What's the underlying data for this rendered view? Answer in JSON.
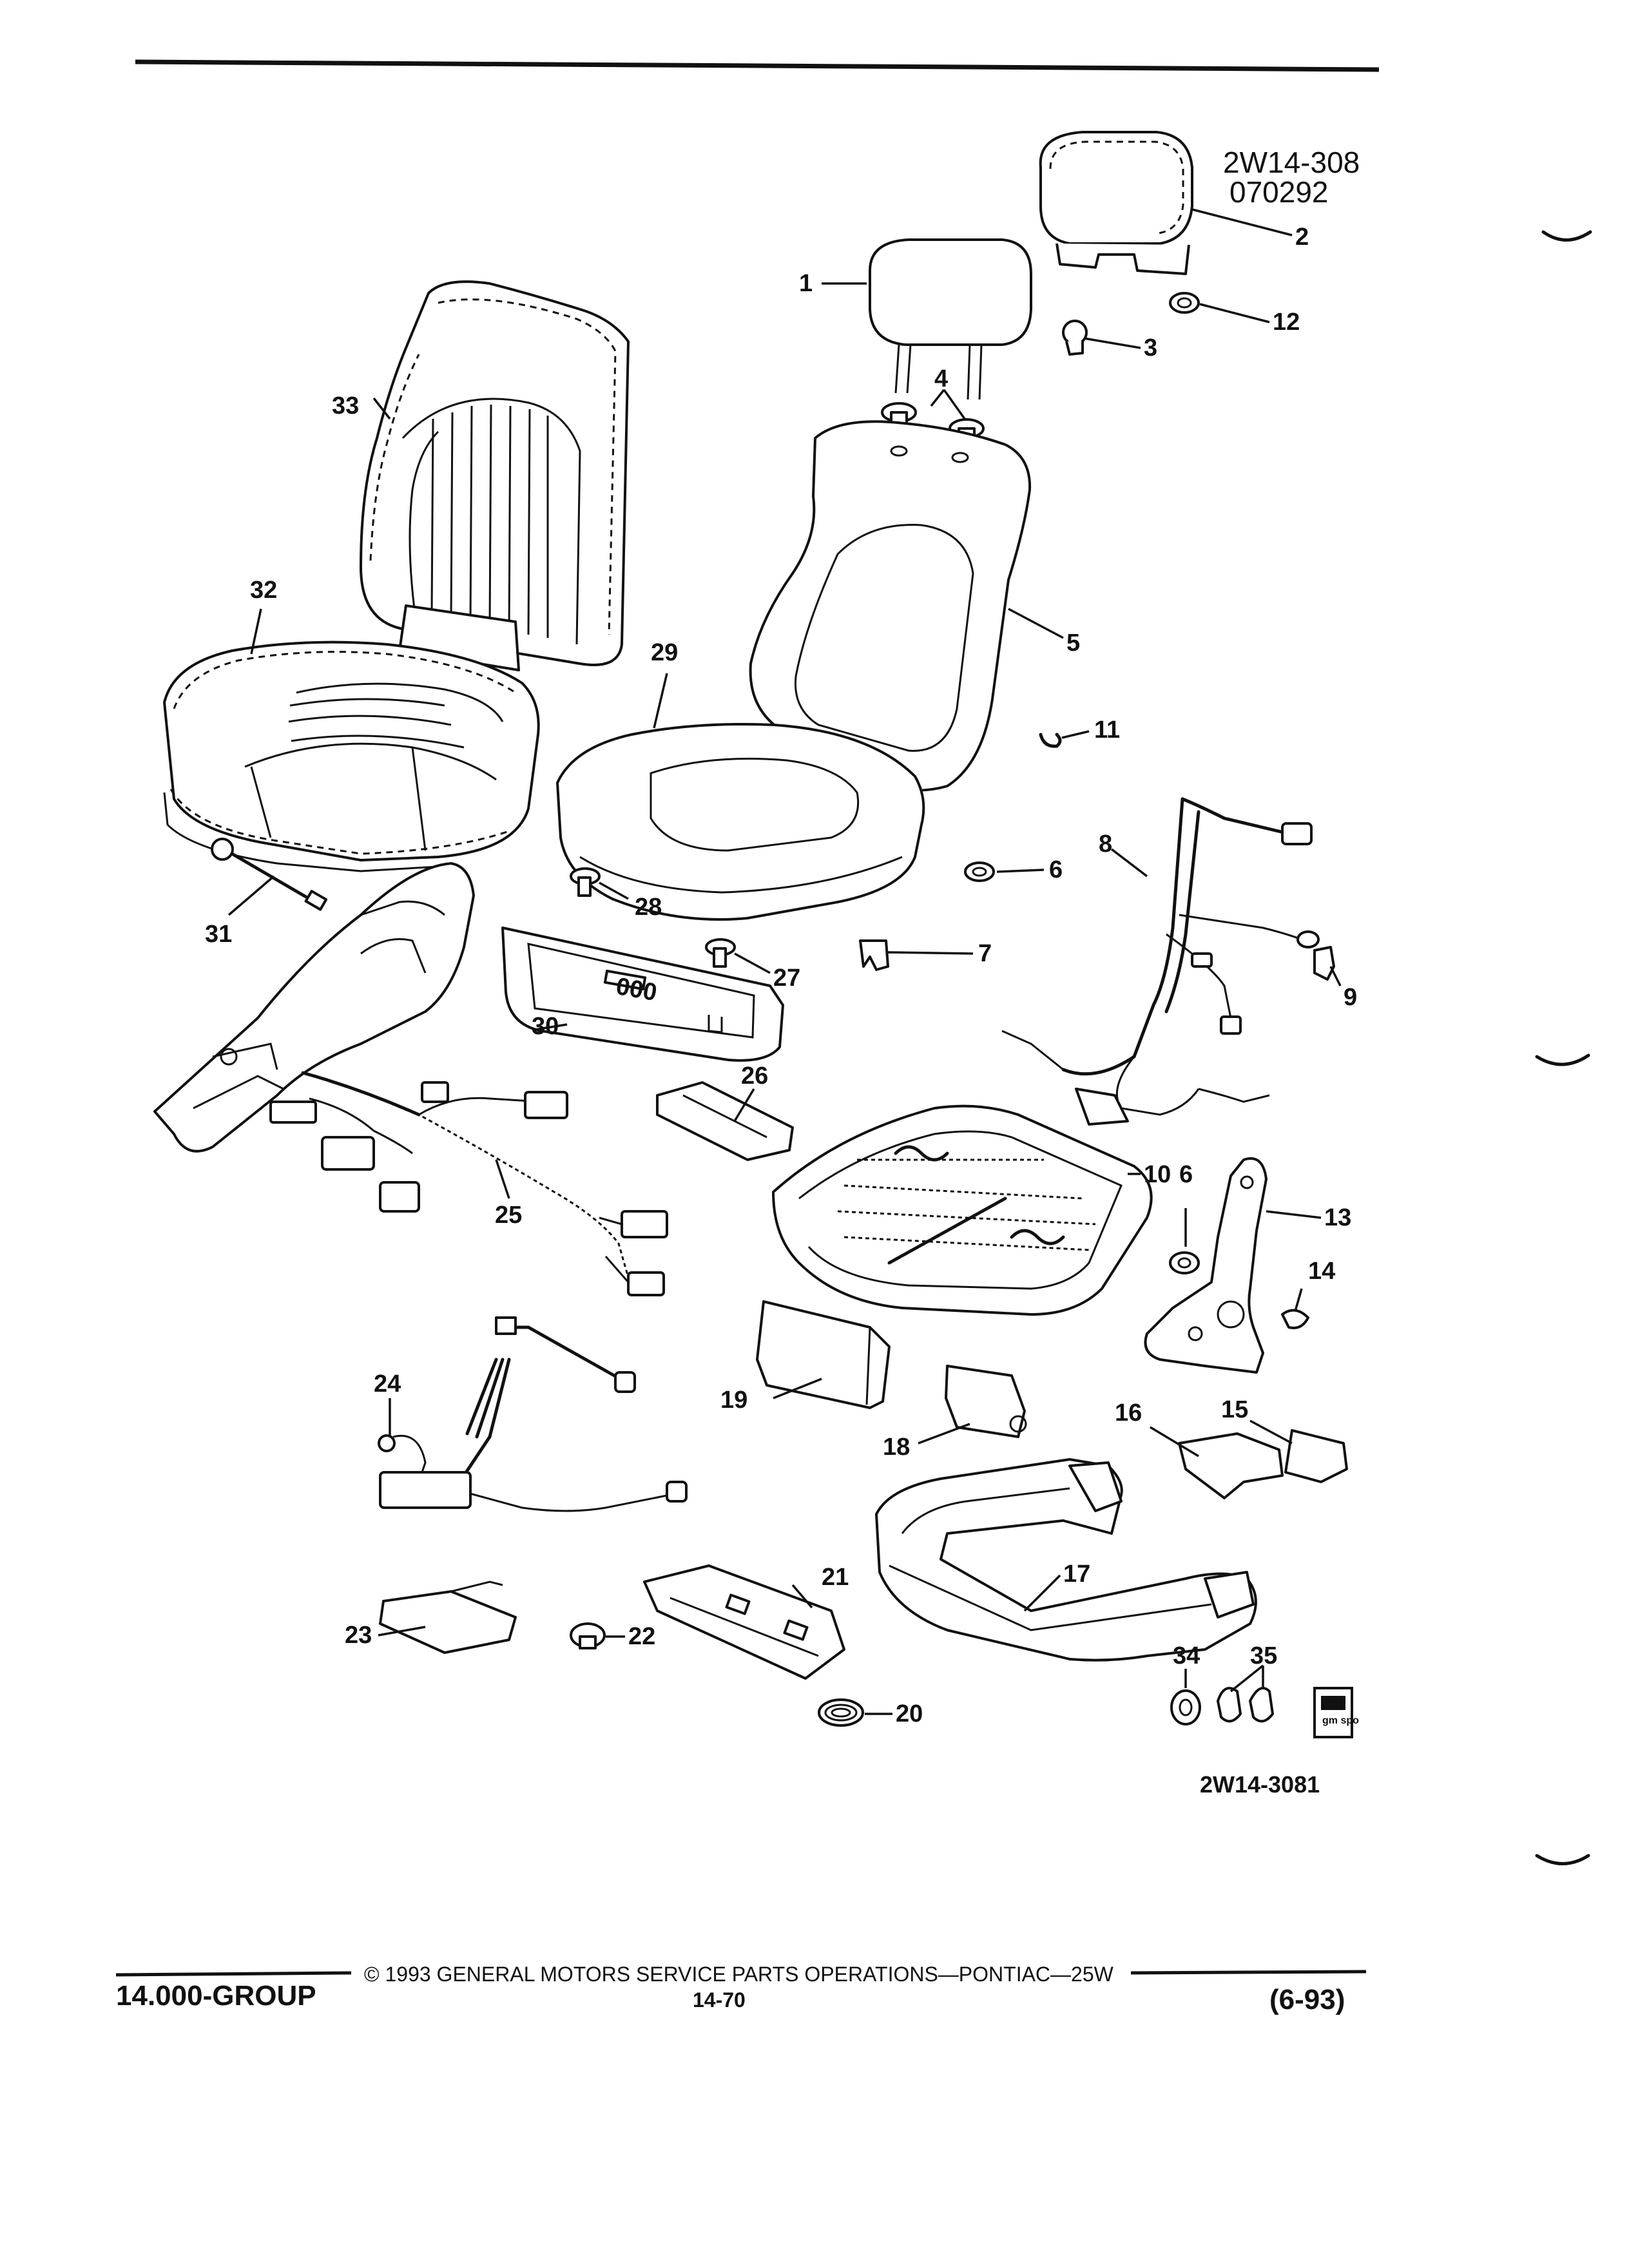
{
  "drawing_refs": {
    "top": "2W14-308",
    "date": "070292",
    "bottom": "2W14-3081"
  },
  "callouts": [
    {
      "id": "c1",
      "text": "1"
    },
    {
      "id": "c2",
      "text": "2"
    },
    {
      "id": "c3",
      "text": "3"
    },
    {
      "id": "c4",
      "text": "4"
    },
    {
      "id": "c5",
      "text": "5"
    },
    {
      "id": "c6a",
      "text": "6"
    },
    {
      "id": "c6b",
      "text": "6"
    },
    {
      "id": "c7",
      "text": "7"
    },
    {
      "id": "c8",
      "text": "8"
    },
    {
      "id": "c9",
      "text": "9"
    },
    {
      "id": "c10",
      "text": "10"
    },
    {
      "id": "c11",
      "text": "11"
    },
    {
      "id": "c12",
      "text": "12"
    },
    {
      "id": "c13",
      "text": "13"
    },
    {
      "id": "c14",
      "text": "14"
    },
    {
      "id": "c15",
      "text": "15"
    },
    {
      "id": "c16",
      "text": "16"
    },
    {
      "id": "c17",
      "text": "17"
    },
    {
      "id": "c18",
      "text": "18"
    },
    {
      "id": "c19",
      "text": "19"
    },
    {
      "id": "c20",
      "text": "20"
    },
    {
      "id": "c21",
      "text": "21"
    },
    {
      "id": "c22",
      "text": "22"
    },
    {
      "id": "c23",
      "text": "23"
    },
    {
      "id": "c24",
      "text": "24"
    },
    {
      "id": "c25",
      "text": "25"
    },
    {
      "id": "c26",
      "text": "26"
    },
    {
      "id": "c27",
      "text": "27"
    },
    {
      "id": "c28",
      "text": "28"
    },
    {
      "id": "c29",
      "text": "29"
    },
    {
      "id": "c30",
      "text": "30"
    },
    {
      "id": "c31",
      "text": "31"
    },
    {
      "id": "c32",
      "text": "32"
    },
    {
      "id": "c33",
      "text": "33"
    },
    {
      "id": "c34",
      "text": "34"
    },
    {
      "id": "c35",
      "text": "35"
    }
  ],
  "footer": {
    "group": "14.000-GROUP",
    "copyright": "© 1993 GENERAL MOTORS SERVICE PARTS OPERATIONS—PONTIAC—25W",
    "page": "14-70",
    "revision": "(6-93)"
  },
  "logo": {
    "text": "gm spo"
  }
}
